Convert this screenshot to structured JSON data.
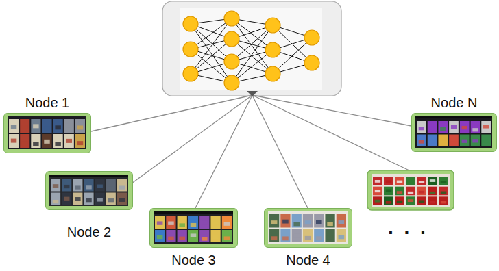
{
  "diagram": {
    "nodes": [
      {
        "text": [
          "Node 1"
        ]
      },
      {
        "text": [
          "Node 2"
        ]
      },
      {
        "text": [
          "Node 3"
        ]
      },
      {
        "text": [
          "Node 4"
        ]
      },
      {
        "text": [
          "Node N"
        ]
      }
    ],
    "labels": [
      ". . ."
    ]
  }
}
